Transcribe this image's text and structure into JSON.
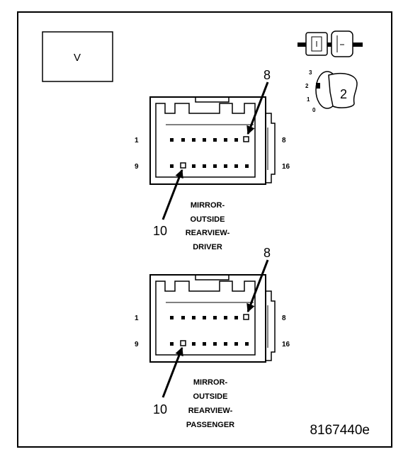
{
  "view_label": "V",
  "figure_code": "8167440e",
  "orientation_icon": {
    "position_number": "2",
    "scale_labels": [
      "3",
      "2",
      "1",
      "0"
    ]
  },
  "connectors": [
    {
      "id": "driver",
      "pin_labels": {
        "top_left": "1",
        "top_right": "8",
        "bottom_left": "9",
        "bottom_right": "16"
      },
      "callouts": {
        "top": "8",
        "bottom": "10"
      },
      "title_lines": [
        "MIRROR-",
        "OUTSIDE",
        "REARVIEW-",
        "DRIVER"
      ]
    },
    {
      "id": "passenger",
      "pin_labels": {
        "top_left": "1",
        "top_right": "8",
        "bottom_left": "9",
        "bottom_right": "16"
      },
      "callouts": {
        "top": "8",
        "bottom": "10"
      },
      "title_lines": [
        "MIRROR-",
        "OUTSIDE",
        "REARVIEW-",
        "PASSENGER"
      ]
    }
  ]
}
